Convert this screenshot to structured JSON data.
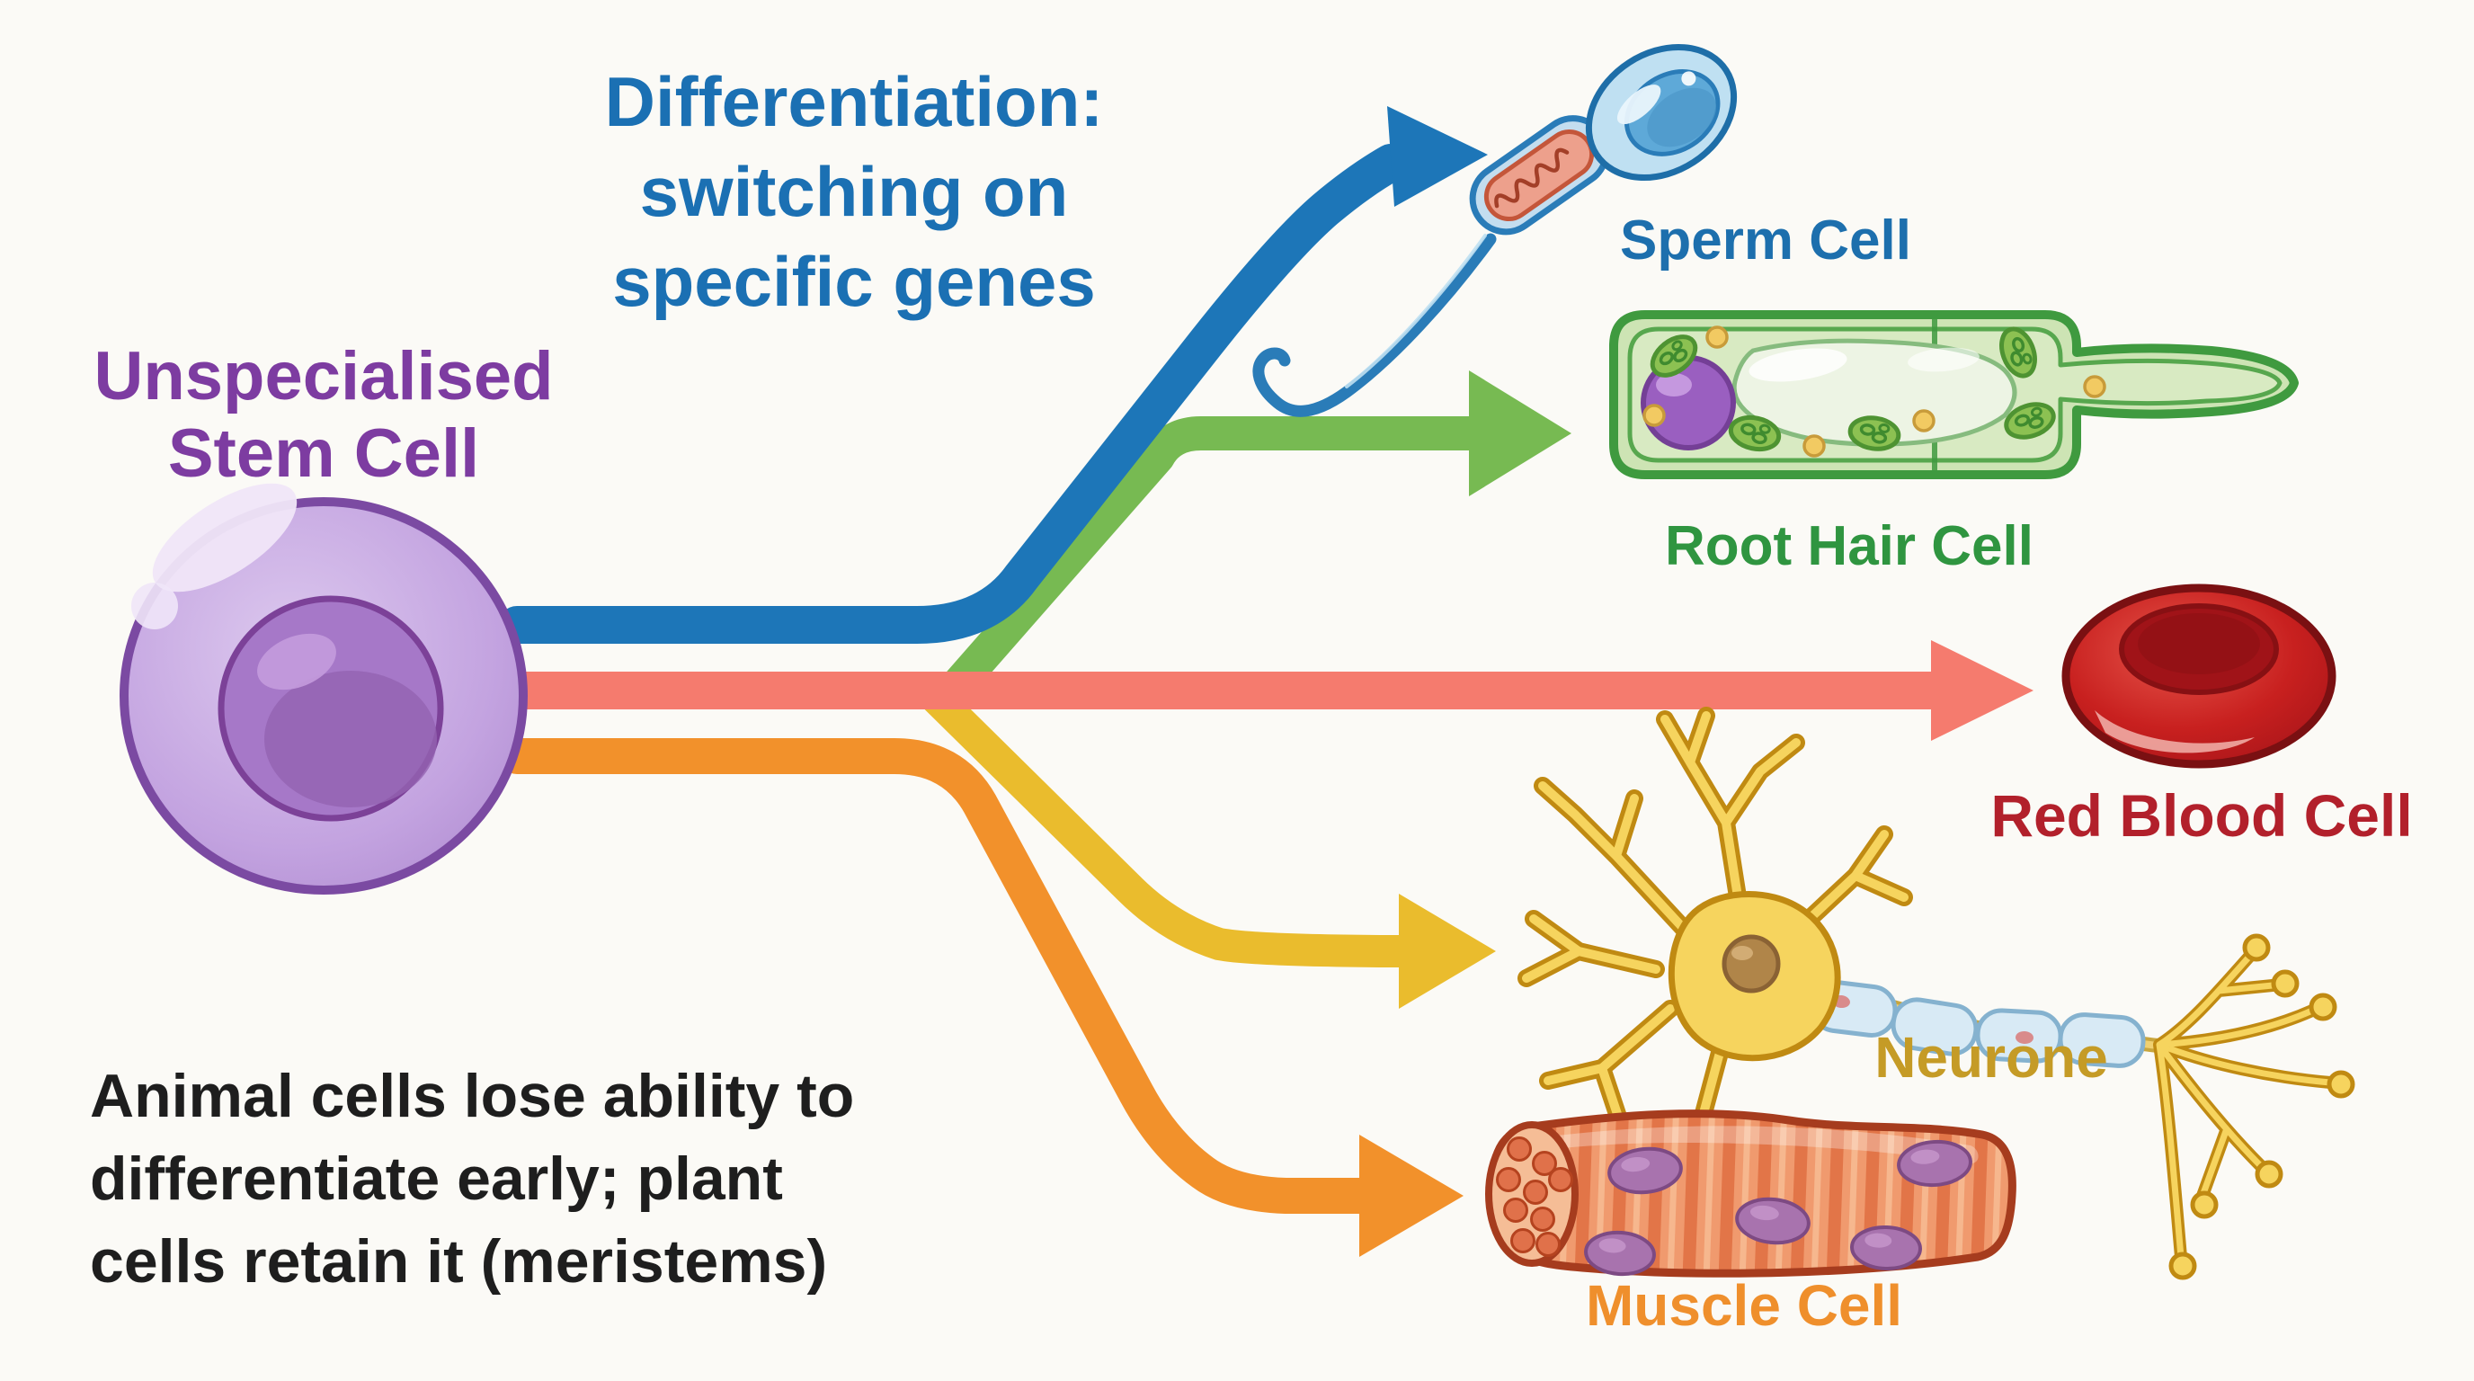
{
  "title": {
    "line1": "Differentiation:",
    "line2": "switching on",
    "line3": "specific genes"
  },
  "stem_cell": {
    "label_line1": "Unspecialised",
    "label_line2": "Stem Cell"
  },
  "cell_labels": {
    "sperm": "Sperm Cell",
    "root_hair": "Root Hair Cell",
    "red_blood": "Red Blood Cell",
    "neurone": "Neurone",
    "muscle": "Muscle Cell"
  },
  "note": {
    "line1": "Animal cells lose ability to",
    "line2": "differentiate early; plant",
    "line3": "cells retain it (meristems)"
  },
  "arrows": [
    {
      "from": "Unspecialised Stem Cell",
      "to": "Sperm Cell",
      "color_key": "arrow_blue"
    },
    {
      "from": "Unspecialised Stem Cell",
      "to": "Root Hair Cell",
      "color_key": "arrow_green"
    },
    {
      "from": "Unspecialised Stem Cell",
      "to": "Red Blood Cell",
      "color_key": "arrow_red"
    },
    {
      "from": "Unspecialised Stem Cell",
      "to": "Neurone",
      "color_key": "arrow_yellow"
    },
    {
      "from": "Unspecialised Stem Cell",
      "to": "Muscle Cell",
      "color_key": "arrow_orange"
    }
  ],
  "colors": {
    "bg": "#fbfaf6",
    "title_blue": "#1b70b3",
    "purple_text": "#7d3ca1",
    "black_text": "#1e1e1e",
    "arrow_blue": "#1d76b8",
    "arrow_green": "#77ba52",
    "arrow_red": "#f57b6e",
    "arrow_yellow": "#eabc2d",
    "arrow_orange": "#f2912b",
    "label_sperm": "#1d6fad",
    "label_root": "#2f9540",
    "label_rbc": "#b2202b",
    "label_neurone": "#c59b26",
    "label_muscle": "#ef8f2c"
  }
}
